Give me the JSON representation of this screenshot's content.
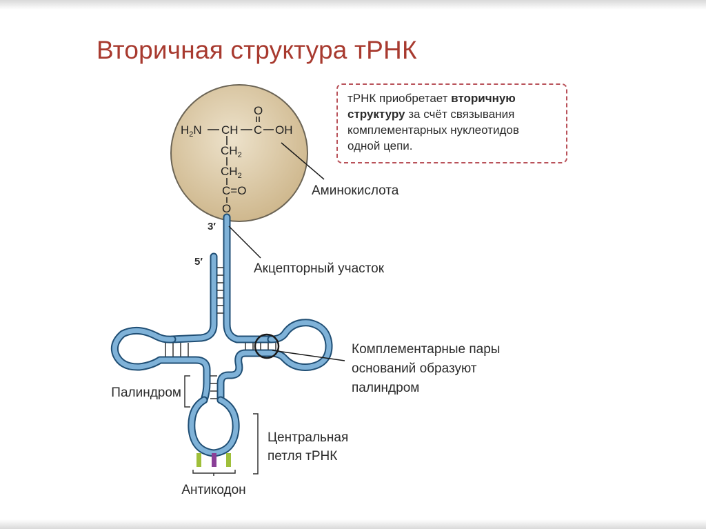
{
  "title": "Вторичная структура тРНК",
  "note": {
    "part1": "тРНК приобретает ",
    "bold1": "вторичную",
    "bold2": "структуру",
    "part2": " за счёт связывания",
    "line3": "комплементарных нуклеотидов",
    "line4": "одной цепи."
  },
  "molecule": {
    "h2n": "H",
    "h2n_sub": "2",
    "n": "N",
    "ch": "CH",
    "c": "C",
    "oh": "OH",
    "o_top": "O",
    "ch2_1": "CH",
    "ch2_2": "CH",
    "ch2_sub": "2",
    "c_eq_o": "C=O",
    "o_bottom": "O",
    "dash": "–"
  },
  "labels": {
    "amino_acid": "Аминокислота",
    "end_3": "3′",
    "end_5": "5′",
    "acceptor": "Акцепторный участок",
    "pairs_line1": "Комплементарные пары",
    "pairs_line2": "оснований образуют",
    "pairs_line3": "палиндром",
    "palindrome": "Палиндром",
    "central_line1": "Центральная",
    "central_line2": "петля тРНК",
    "anticodon": "Антикодон"
  },
  "colors": {
    "title": "#a83a2f",
    "box_border": "#b9525a",
    "strand_fill": "#7fb2d8",
    "strand_outline": "#1f4e74",
    "amino_circle": "#e3d3b3",
    "anticodon_green": "#9fbf3a",
    "anticodon_purple": "#8a3f97"
  }
}
